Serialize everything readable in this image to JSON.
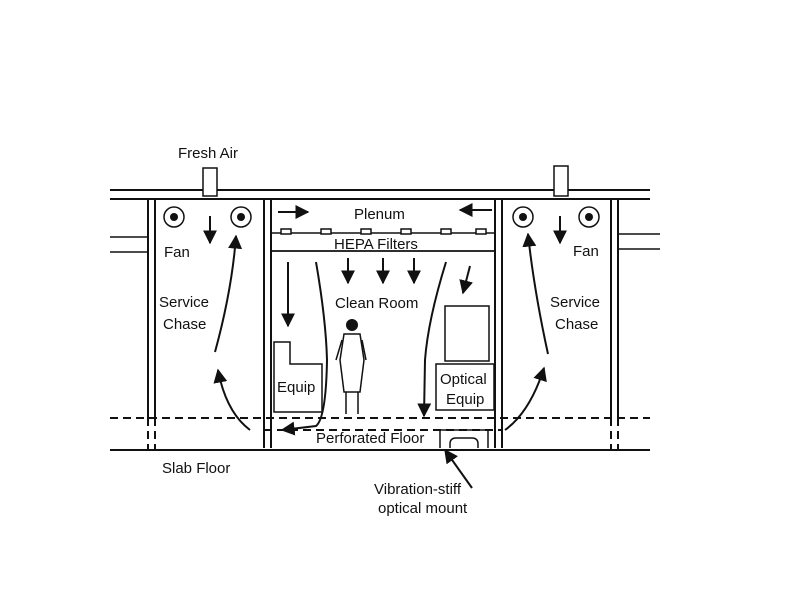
{
  "diagram": {
    "labels": {
      "fresh_air": "Fresh Air",
      "plenum": "Plenum",
      "hepa_filters": "HEPA Filters",
      "fan_left": "Fan",
      "fan_right": "Fan",
      "service_chase_left_1": "Service",
      "service_chase_left_2": "Chase",
      "service_chase_right_1": "Service",
      "service_chase_right_2": "Chase",
      "clean_room": "Clean Room",
      "equip": "Equip",
      "optical_equip_1": "Optical",
      "optical_equip_2": "Equip",
      "perforated_floor": "Perforated Floor",
      "slab_floor": "Slab Floor",
      "vibration_1": "Vibration-stiff",
      "vibration_2": "optical mount"
    }
  }
}
